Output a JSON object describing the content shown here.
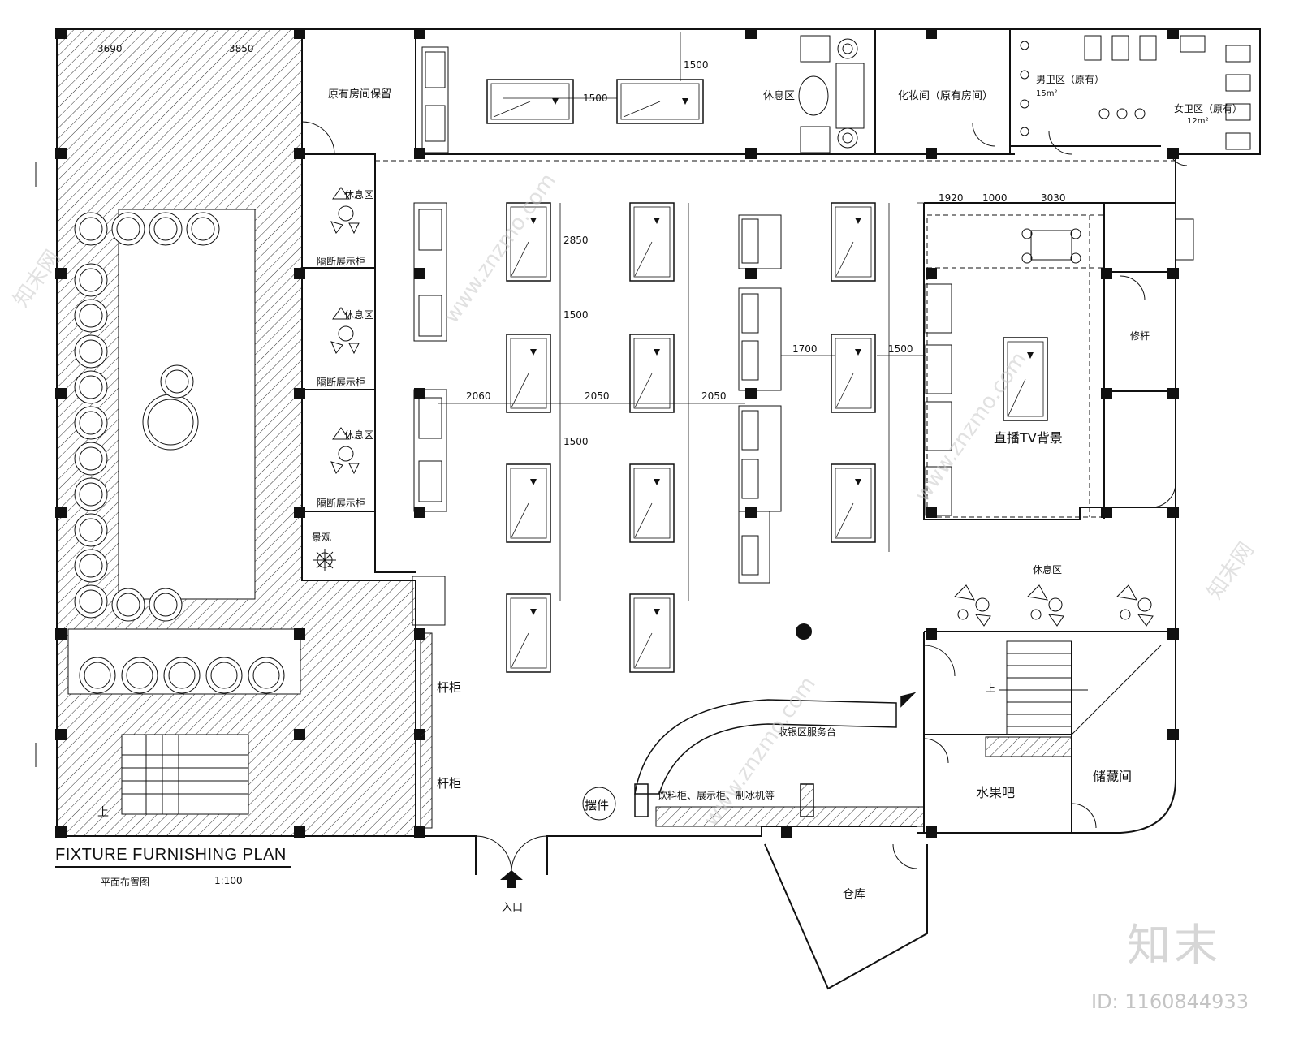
{
  "title": {
    "main": "FIXTURE FURNISHING PLAN",
    "sub": "平面布置图",
    "scale": "1:100"
  },
  "rooms": {
    "original_room": "原有房间保留",
    "lounge_top": "休息区",
    "dressing": "化妆间（原有房间）",
    "male_wc": "男卫区（原有）",
    "male_wc_area": "15m²",
    "female_wc": "女卫区（原有）",
    "female_wc_area": "12m²",
    "lounge_left_1": "休息区",
    "lounge_left_2": "休息区",
    "lounge_left_3": "休息区",
    "partition_1": "隔断展示柜",
    "partition_2": "隔断展示柜",
    "partition_3": "隔断展示柜",
    "landscape": "景观",
    "repair_cue": "修杆",
    "live_bg": "直播TV背景",
    "lounge_right": "休息区",
    "cue_cabinet_1": "杆柜",
    "cue_cabinet_2": "杆柜",
    "cashier": "收银区服务台",
    "beverage": "饮料柜、展示柜、制冰机等",
    "ornament": "摆件",
    "fruit_bar": "水果吧",
    "storage": "储藏间",
    "warehouse": "仓库",
    "entrance": "入口",
    "stair_up_left": "上",
    "stair_up_right": "上"
  },
  "dimensions": {
    "top_left_1": "3690",
    "top_left_2": "3850",
    "table_gap_top": "1500",
    "top_vertical": "1500",
    "right_1": "1920",
    "right_2": "1000",
    "right_3": "3030",
    "table_len": "2850",
    "table_gap": "1500",
    "row_gap_a": "2060",
    "row_gap_b": "2050",
    "row_gap_c": "2050",
    "mid_gap": "1700",
    "right_gap": "1500",
    "bottom_gap": "1500"
  },
  "watermark": {
    "brand": "知末",
    "id": "ID: 1160844933",
    "site": "www.znzmo.com",
    "cn": "知末网"
  }
}
